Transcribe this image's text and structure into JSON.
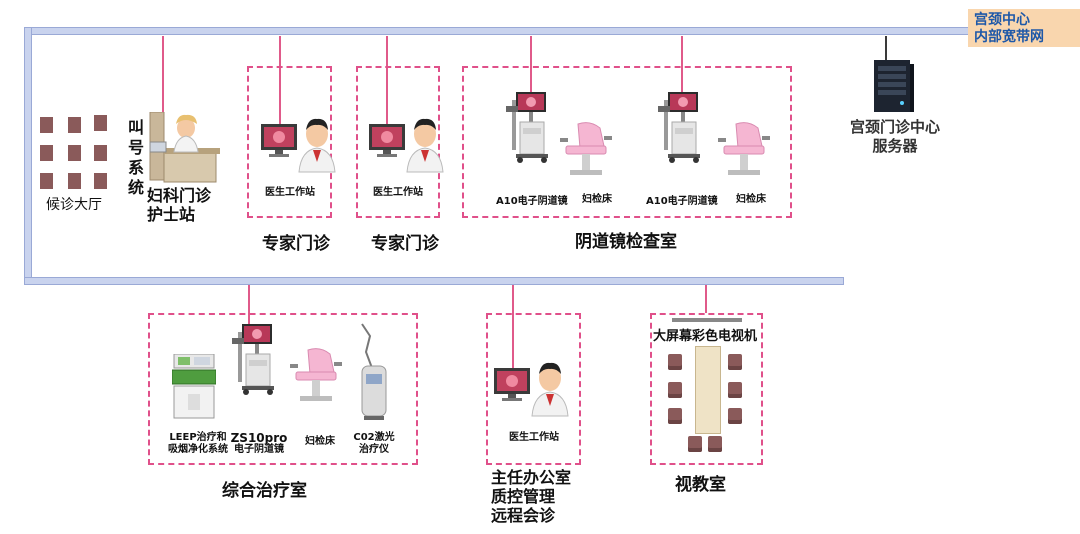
{
  "network": {
    "line1": "宫颈中心",
    "line2": "内部宽带网"
  },
  "server": {
    "line1": "宫颈门诊中心",
    "line2": "服务器",
    "icon": "server-rack-icon"
  },
  "waiting_hall": {
    "label": "候诊大厅"
  },
  "queue_system": {
    "label_chars": [
      "叫",
      "号",
      "系",
      "统"
    ]
  },
  "nurse_station": {
    "line1": "妇科门诊",
    "line2": "护士站"
  },
  "expert_clinics": [
    {
      "title": "专家门诊",
      "workstation": "医生工作站"
    },
    {
      "title": "专家门诊",
      "workstation": "医生工作站"
    }
  ],
  "colposcopy_room": {
    "title": "阴道镜检查室",
    "devices": [
      "A10电子阴道镜",
      "妇检床",
      "A10电子阴道镜",
      "妇检床"
    ]
  },
  "treatment_room": {
    "title": "综合治疗室",
    "devices": [
      {
        "line1": "LEEP治疗和",
        "line2": "吸烟净化系统"
      },
      {
        "line1": "ZS10pro",
        "line2": "电子阴道镜"
      },
      {
        "line1": "妇检床",
        "line2": ""
      },
      {
        "line1": "C02激光",
        "line2": "治疗仪"
      }
    ]
  },
  "director_office": {
    "workstation": "医生工作站",
    "lines": [
      "主任办公室",
      "质控管理",
      "远程会诊"
    ]
  },
  "teaching_room": {
    "title": "视教室",
    "tv": "大屏幕彩色电视机"
  },
  "colors": {
    "pipe": "#c9d3ee",
    "dash": "#e0508a",
    "network_bg": "#f9d6ae",
    "network_text": "#1e58a8"
  }
}
